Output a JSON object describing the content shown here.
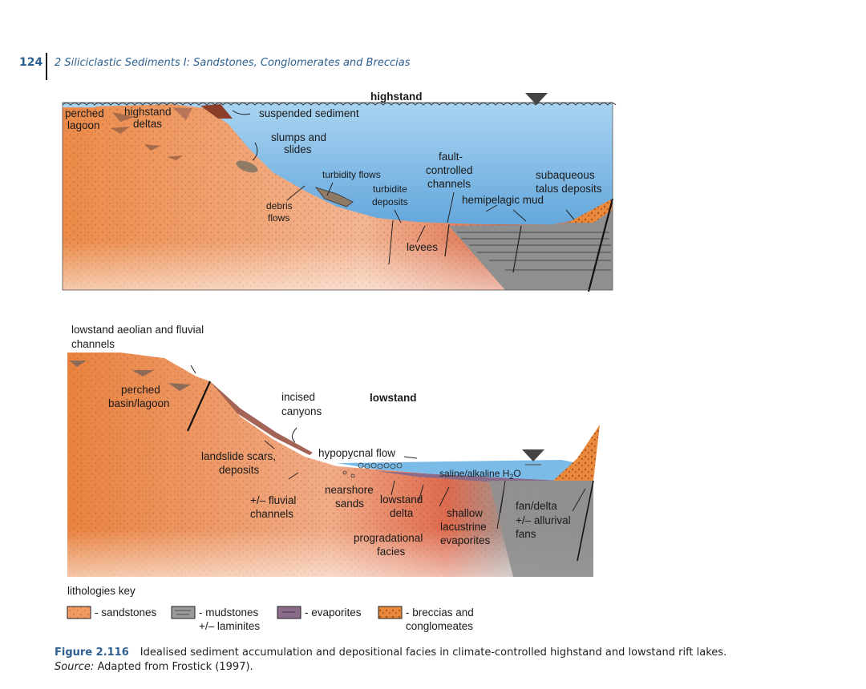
{
  "header": {
    "page_number": "124",
    "chapter_title": "2  Siliciclastic Sediments I: Sandstones, Conglomerates and Breccias"
  },
  "highstand": {
    "title": "highstand",
    "perched_lagoon": [
      "perched",
      "lagoon"
    ],
    "highstand_deltas": [
      "highstand",
      "deltas"
    ],
    "suspended_sediment": "suspended sediment",
    "slumps": [
      "slumps and",
      "slides"
    ],
    "turbidity_flows": "turbidity flows",
    "turbidite": [
      "turbidite",
      "deposits"
    ],
    "debris": [
      "debris",
      "flows"
    ],
    "fault_channels": [
      "fault-",
      "controlled",
      "channels"
    ],
    "subaqueous": [
      "subaqueous",
      "talus deposits"
    ],
    "hemipelagic": "hemipelagic mud",
    "levees": "levees"
  },
  "lowstand": {
    "title": "lowstand",
    "aeolian": [
      "lowstand aeolian and fluvial",
      "channels"
    ],
    "perched_basin": [
      "perched",
      "basin/lagoon"
    ],
    "incised": [
      "incised",
      "canyons"
    ],
    "landslide": [
      "landslide scars,",
      "deposits"
    ],
    "hypopycnal": "hypopycnal flow",
    "saline": "saline/alkaline H",
    "saline_sub": "2",
    "saline_end": "O",
    "fluvial": [
      "+/– fluvial",
      "channels"
    ],
    "nearshore": [
      "nearshore",
      "sands"
    ],
    "lowstand_delta": [
      "lowstand",
      "delta"
    ],
    "shallow": [
      "shallow",
      "lacustrine",
      "evaporites"
    ],
    "progradational": [
      "progradational",
      "facies"
    ],
    "fan_delta": [
      "fan/delta",
      "+/– allurival",
      "fans"
    ]
  },
  "key": {
    "title": "lithologies key",
    "sandstones": "- sandstones",
    "mudstones": [
      "- mudstones",
      "+/– laminites"
    ],
    "evaporites": "- evaporites",
    "breccias": [
      "- breccias and",
      "conglomeates"
    ]
  },
  "caption": {
    "label": "Figure 2.116",
    "text": "Idealised sediment accumulation and depositional facies in climate-controlled highstand and lowstand rift lakes.",
    "source_label": "Source:",
    "source_text": "Adapted from Frostick (1997)."
  },
  "colors": {
    "water": "#5aa3da",
    "sand_light": "#f3b58f",
    "sand_dark": "#e07a3e",
    "mud": "#8c8c8c",
    "breccia": "#e8893c",
    "evaporite": "#8a6b8a",
    "accent": "#2c5f8f"
  }
}
